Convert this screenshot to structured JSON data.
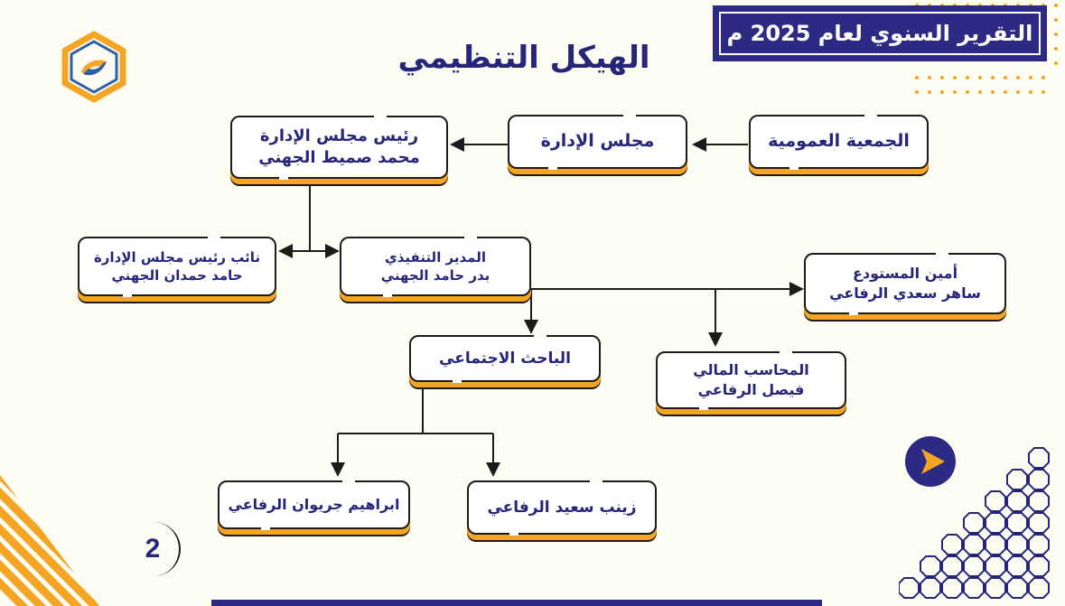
{
  "slide": {
    "title": "الهيكل التنظيمي",
    "report_title": "التقرير السنوي لعام 2025 م",
    "page_number": "2"
  },
  "org": {
    "general_assembly": "الجمعية العمومية",
    "board": "مجلس الإدارة",
    "chairman": {
      "role": "رئيس مجلس الإدارة",
      "name": "محمد صميط الجهني"
    },
    "vice_chairman": {
      "role": "نائب رئيس مجلس الإدارة",
      "name": "حامد حمدان الجهني"
    },
    "executive_director": {
      "role": "المدير التنفيذي",
      "name": "بدر حامد الجهني"
    },
    "warehouse_keeper": {
      "role": "أمين المستودع",
      "name": "ساهر سعدي الرفاعي"
    },
    "accountant": {
      "role": "المحاسب المالي",
      "name": "فيصل الرفاعي"
    },
    "social_researcher": "الباحث الاجتماعي",
    "staff_1": "زينب سعيد الرفاعي",
    "staff_2": "ابراهيم جريوان الرفاعي"
  },
  "colors": {
    "primary": "#26257a",
    "accent": "#f5a524",
    "background": "#fdfcf3"
  },
  "icons": [
    "logo-hands-icon",
    "play-arrow-icon"
  ]
}
